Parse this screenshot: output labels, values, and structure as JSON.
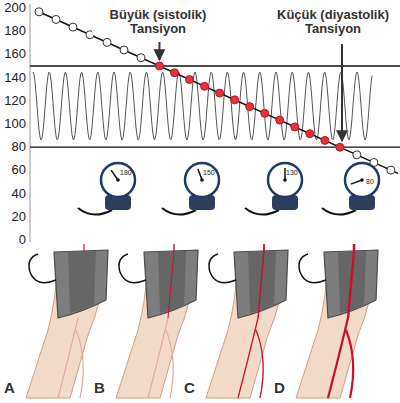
{
  "diagram": {
    "labels": [
      "200",
      "180",
      "160",
      "140",
      "120",
      "100",
      "80",
      "60",
      "40",
      "20",
      "0",
      "Büyük (sistolik) Tansiyon",
      "Küçük (diyastolik) Tansiyon",
      "180",
      "150",
      "130",
      "80",
      "A",
      "B",
      "C",
      "D"
    ]
  }
}
